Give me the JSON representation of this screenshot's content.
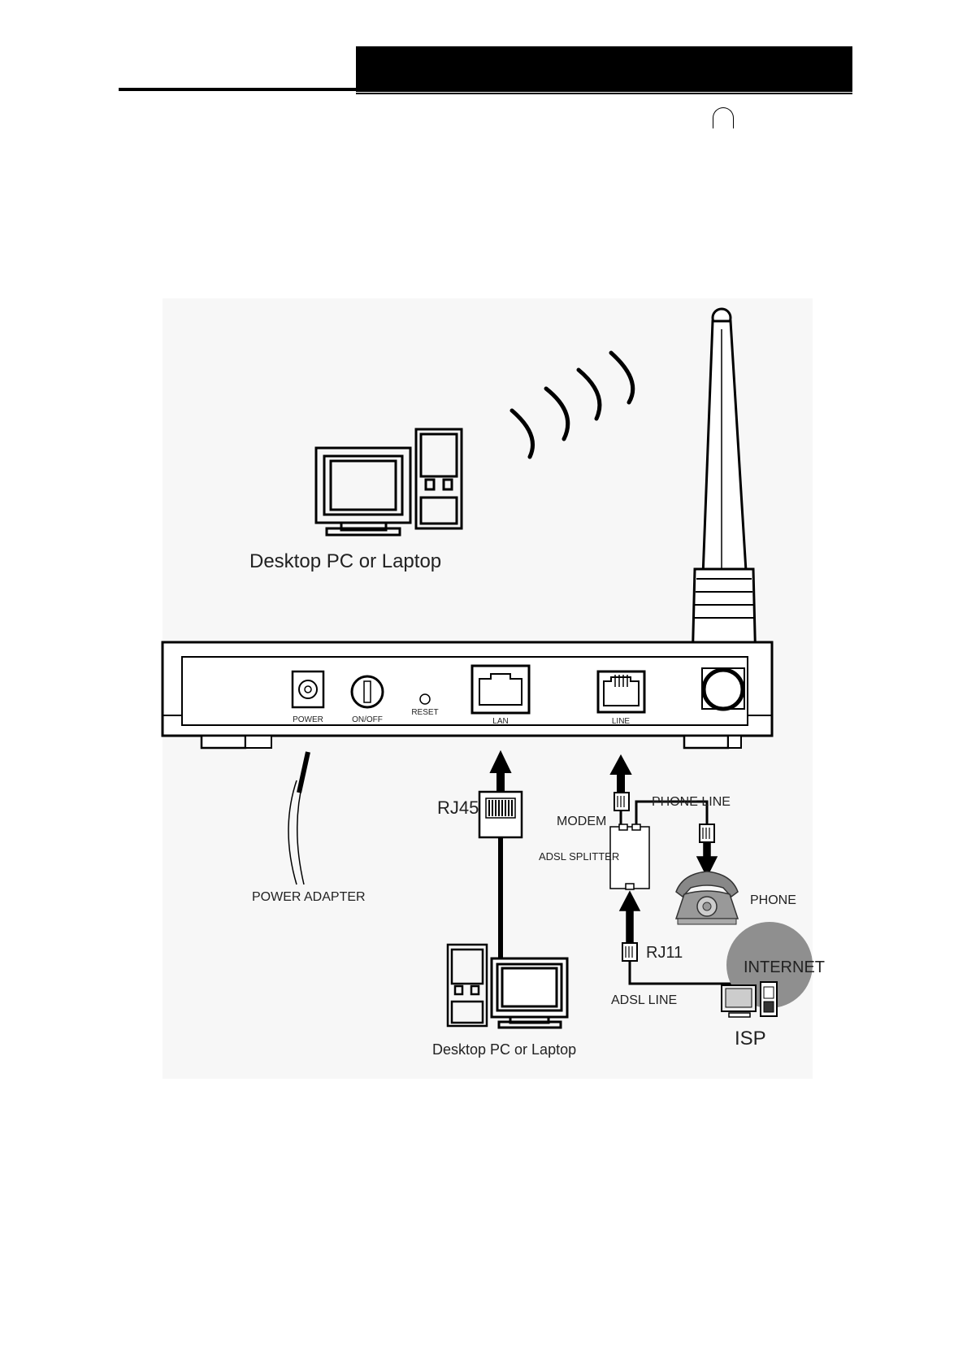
{
  "header": {
    "registered_symbol": ""
  },
  "diagram": {
    "wireless_client_label": "Desktop PC or Laptop",
    "wired_client_label": "Desktop PC or Laptop",
    "ports": {
      "power": "POWER",
      "on_off": "ON/OFF",
      "reset": "RESET",
      "lan": "LAN",
      "line": "LINE"
    },
    "power_adapter_label": "POWER ADAPTER",
    "rj45_label": "RJ45",
    "modem_label": "MODEM",
    "phone_line_label": "PHONE LINE",
    "splitter_label": "ADSL SPLITTER",
    "phone_label": "PHONE",
    "rj11_label": "RJ11",
    "adsl_line_label": "ADSL LINE",
    "internet_label": "INTERNET",
    "isp_label": "ISP"
  }
}
